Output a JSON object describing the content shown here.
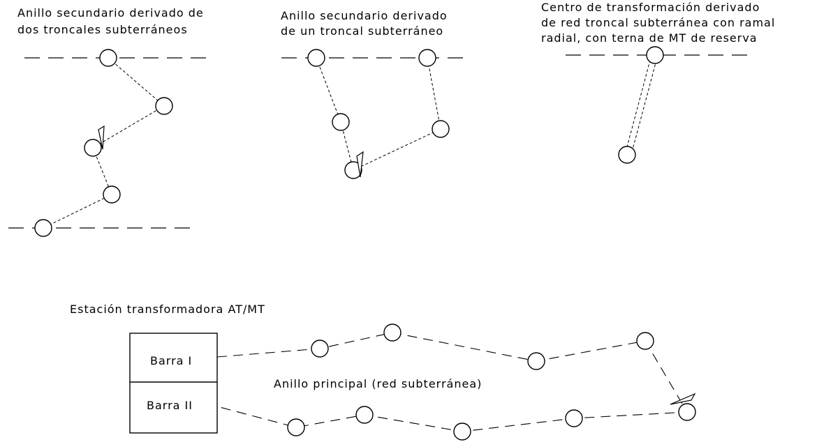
{
  "labels": {
    "ring_two_trunks": [
      "Anillo secundario derivado de",
      "dos troncales subterráneos"
    ],
    "ring_one_trunk": [
      "Anillo secundario derivado",
      "de un troncal subterráneo"
    ],
    "center_derived": [
      "Centro de transformación derivado",
      "de red troncal subterránea con ramal",
      "radial, con terna de MT de reserva"
    ],
    "station": "Estación transformadora AT/MT",
    "bar1": "Barra I",
    "bar2": "Barra II",
    "main_ring": "Anillo principal (red subterránea)"
  }
}
